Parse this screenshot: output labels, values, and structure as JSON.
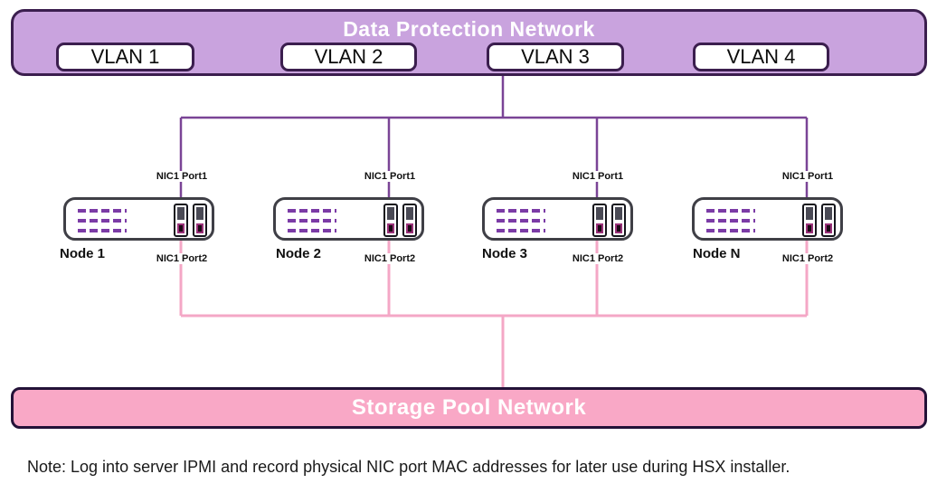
{
  "diagram": {
    "top_banner": {
      "title": "Data Protection Network"
    },
    "vlans": [
      {
        "label": "VLAN 1"
      },
      {
        "label": "VLAN 2"
      },
      {
        "label": "VLAN 3"
      },
      {
        "label": "VLAN 4"
      }
    ],
    "nodes": [
      {
        "label": "Node 1",
        "port1": "NIC1 Port1",
        "port2": "NIC1 Port2"
      },
      {
        "label": "Node 2",
        "port1": "NIC1 Port1",
        "port2": "NIC1 Port2"
      },
      {
        "label": "Node 3",
        "port1": "NIC1 Port1",
        "port2": "NIC1 Port2"
      },
      {
        "label": "Node N",
        "port1": "NIC1 Port1",
        "port2": "NIC1 Port2"
      }
    ],
    "bottom_banner": {
      "title": "Storage Pool Network"
    },
    "note": "Note: Log into server IPMI and record physical NIC port MAC addresses for later use during HSX installer.",
    "colors": {
      "top_banner_fill": "#c9a3de",
      "top_banner_border": "#3b1e4e",
      "purple_line": "#7a4496",
      "pink_line": "#f4a7c6",
      "bottom_banner_fill": "#f9a8c6",
      "bottom_banner_border": "#241238",
      "node_border": "#3f3f46",
      "vent_dash": "#7b3ba6",
      "port_gray": "#4a4a55",
      "port_magenta": "#993179"
    }
  }
}
